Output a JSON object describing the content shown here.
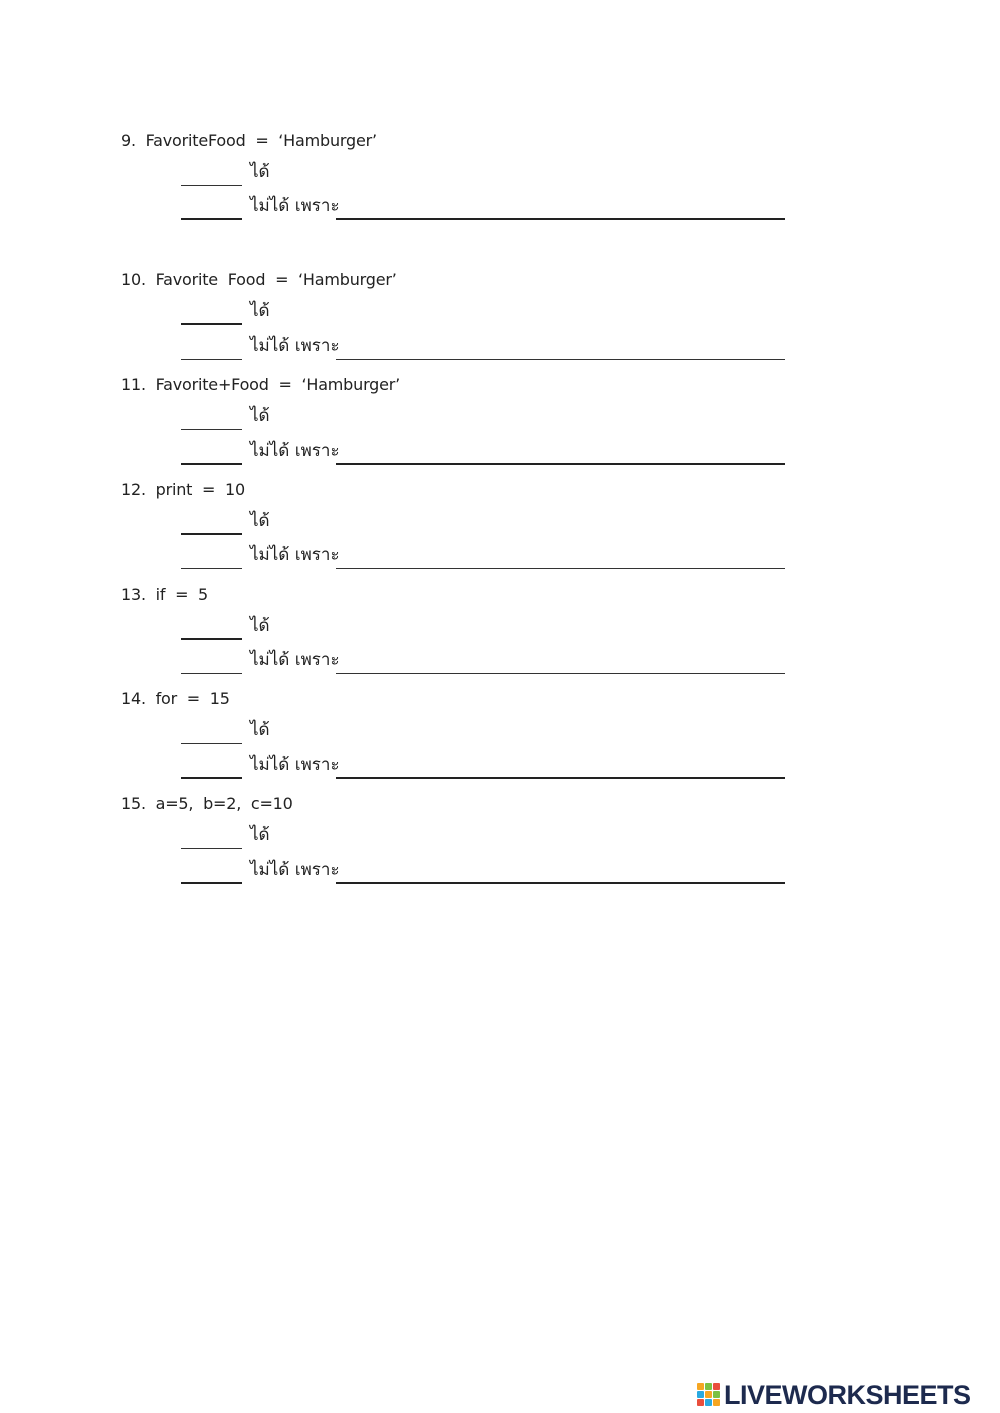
{
  "questions": [
    {
      "title": "9.  FavoriteFood  =  ‘Hamburger’",
      "can": "ได้",
      "cannot": "ไม่ได้",
      "because": "เพราะ"
    },
    {
      "title": "10.  Favorite  Food  =  ‘Hamburger’",
      "can": "ได้",
      "cannot": "ไม่ได้",
      "because": "เพราะ"
    },
    {
      "title": "11.  Favorite+Food  =  ‘Hamburger’",
      "can": "ได้",
      "cannot": "ไม่ได้",
      "because": "เพราะ"
    },
    {
      "title": "12.  print  =  10",
      "can": "ได้",
      "cannot": "ไม่ได้",
      "because": "เพราะ"
    },
    {
      "title": "13.  if  =  5",
      "can": "ได้",
      "cannot": "ไม่ได้",
      "because": "เพราะ"
    },
    {
      "title": "14.  for  =  15",
      "can": "ได้",
      "cannot": "ไม่ได้",
      "because": "เพราะ"
    },
    {
      "title": "15.  a=5,  b=2,  c=10",
      "can": "ได้",
      "cannot": "ไม่ได้",
      "because": "เพราะ"
    }
  ],
  "brand": {
    "text": "LIVEWORKSHEETS",
    "logo_icon": "liveworksheets-logo-icon"
  }
}
